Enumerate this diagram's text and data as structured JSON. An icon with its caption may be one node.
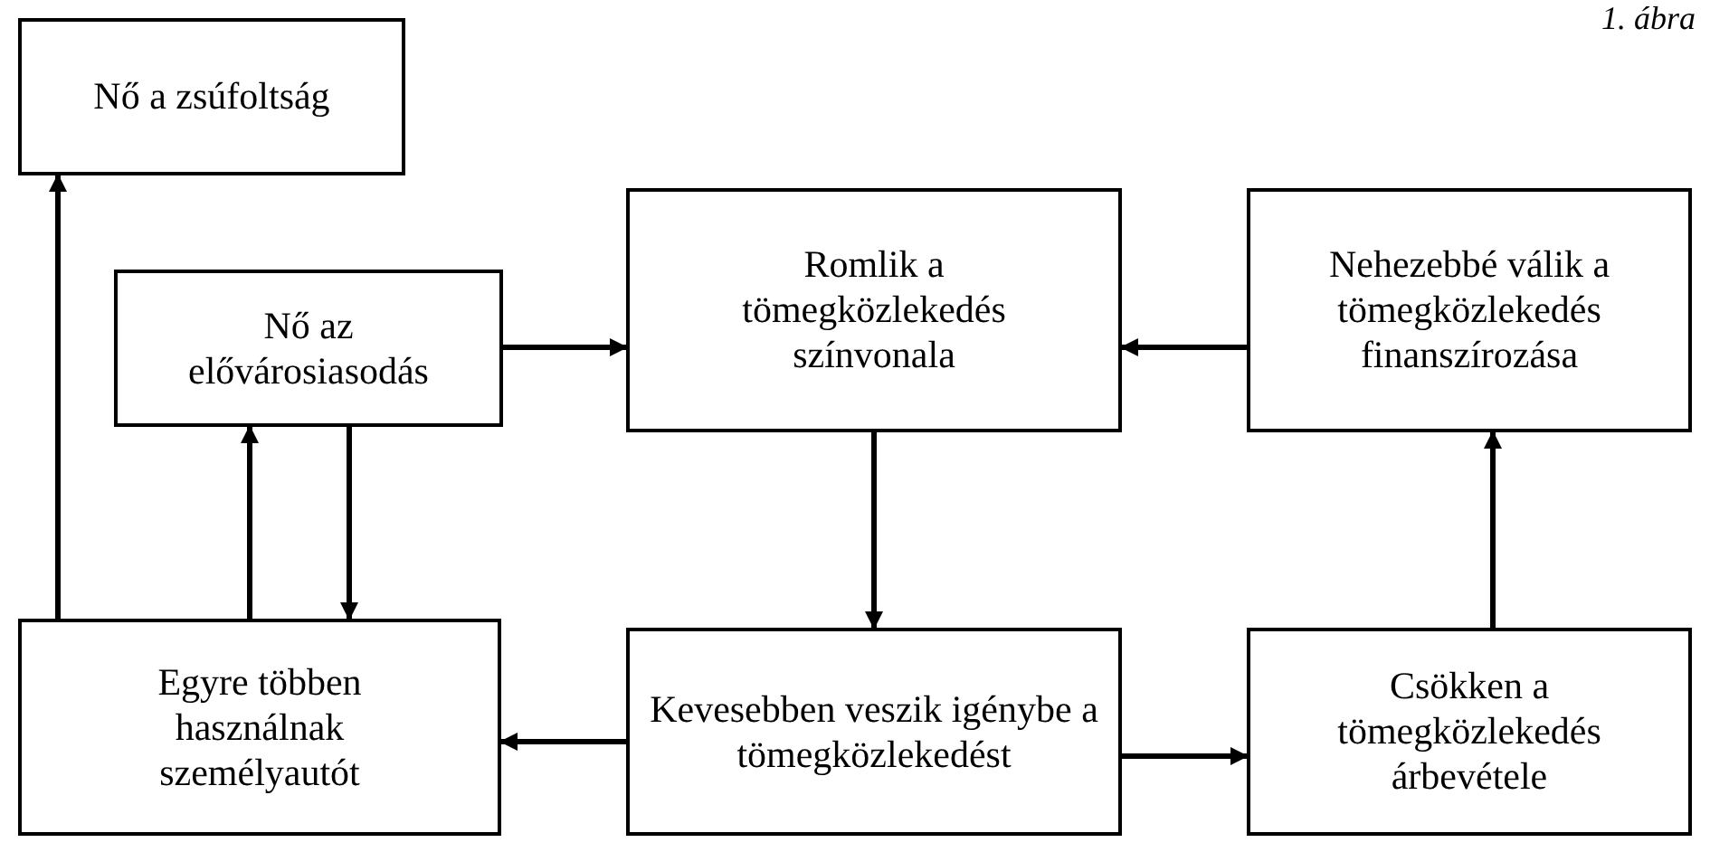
{
  "diagram": {
    "caption": "1. ábra",
    "nodes": [
      {
        "text": [
          "Nő a zsúfoltság"
        ]
      },
      {
        "text": [
          "Nő az elővárosiasodás"
        ]
      },
      {
        "text": [
          "Romlik a tömegközlekedés színvonala"
        ]
      },
      {
        "text": [
          "Nehezebbé válik a tömegközlekedés finanszírozása"
        ]
      },
      {
        "text": [
          "Egyre többen használnak személyautót"
        ]
      },
      {
        "text": [
          "Kevesebben veszik igénybe a tömegközlekedést"
        ]
      },
      {
        "text": [
          "Csökken a tömegközlekedés árbevétele"
        ]
      }
    ],
    "edges": [
      {
        "from": 4,
        "to": 0,
        "arrow": "to"
      },
      {
        "from": 4,
        "to": 1,
        "arrow": "to"
      },
      {
        "from": 1,
        "to": 4,
        "arrow": "to"
      },
      {
        "from": 1,
        "to": 2,
        "arrow": "to"
      },
      {
        "from": 3,
        "to": 2,
        "arrow": "to"
      },
      {
        "from": 2,
        "to": 5,
        "arrow": "to"
      },
      {
        "from": 5,
        "to": 4,
        "arrow": "to"
      },
      {
        "from": 5,
        "to": 6,
        "arrow": "to"
      },
      {
        "from": 6,
        "to": 3,
        "arrow": "to"
      }
    ]
  }
}
